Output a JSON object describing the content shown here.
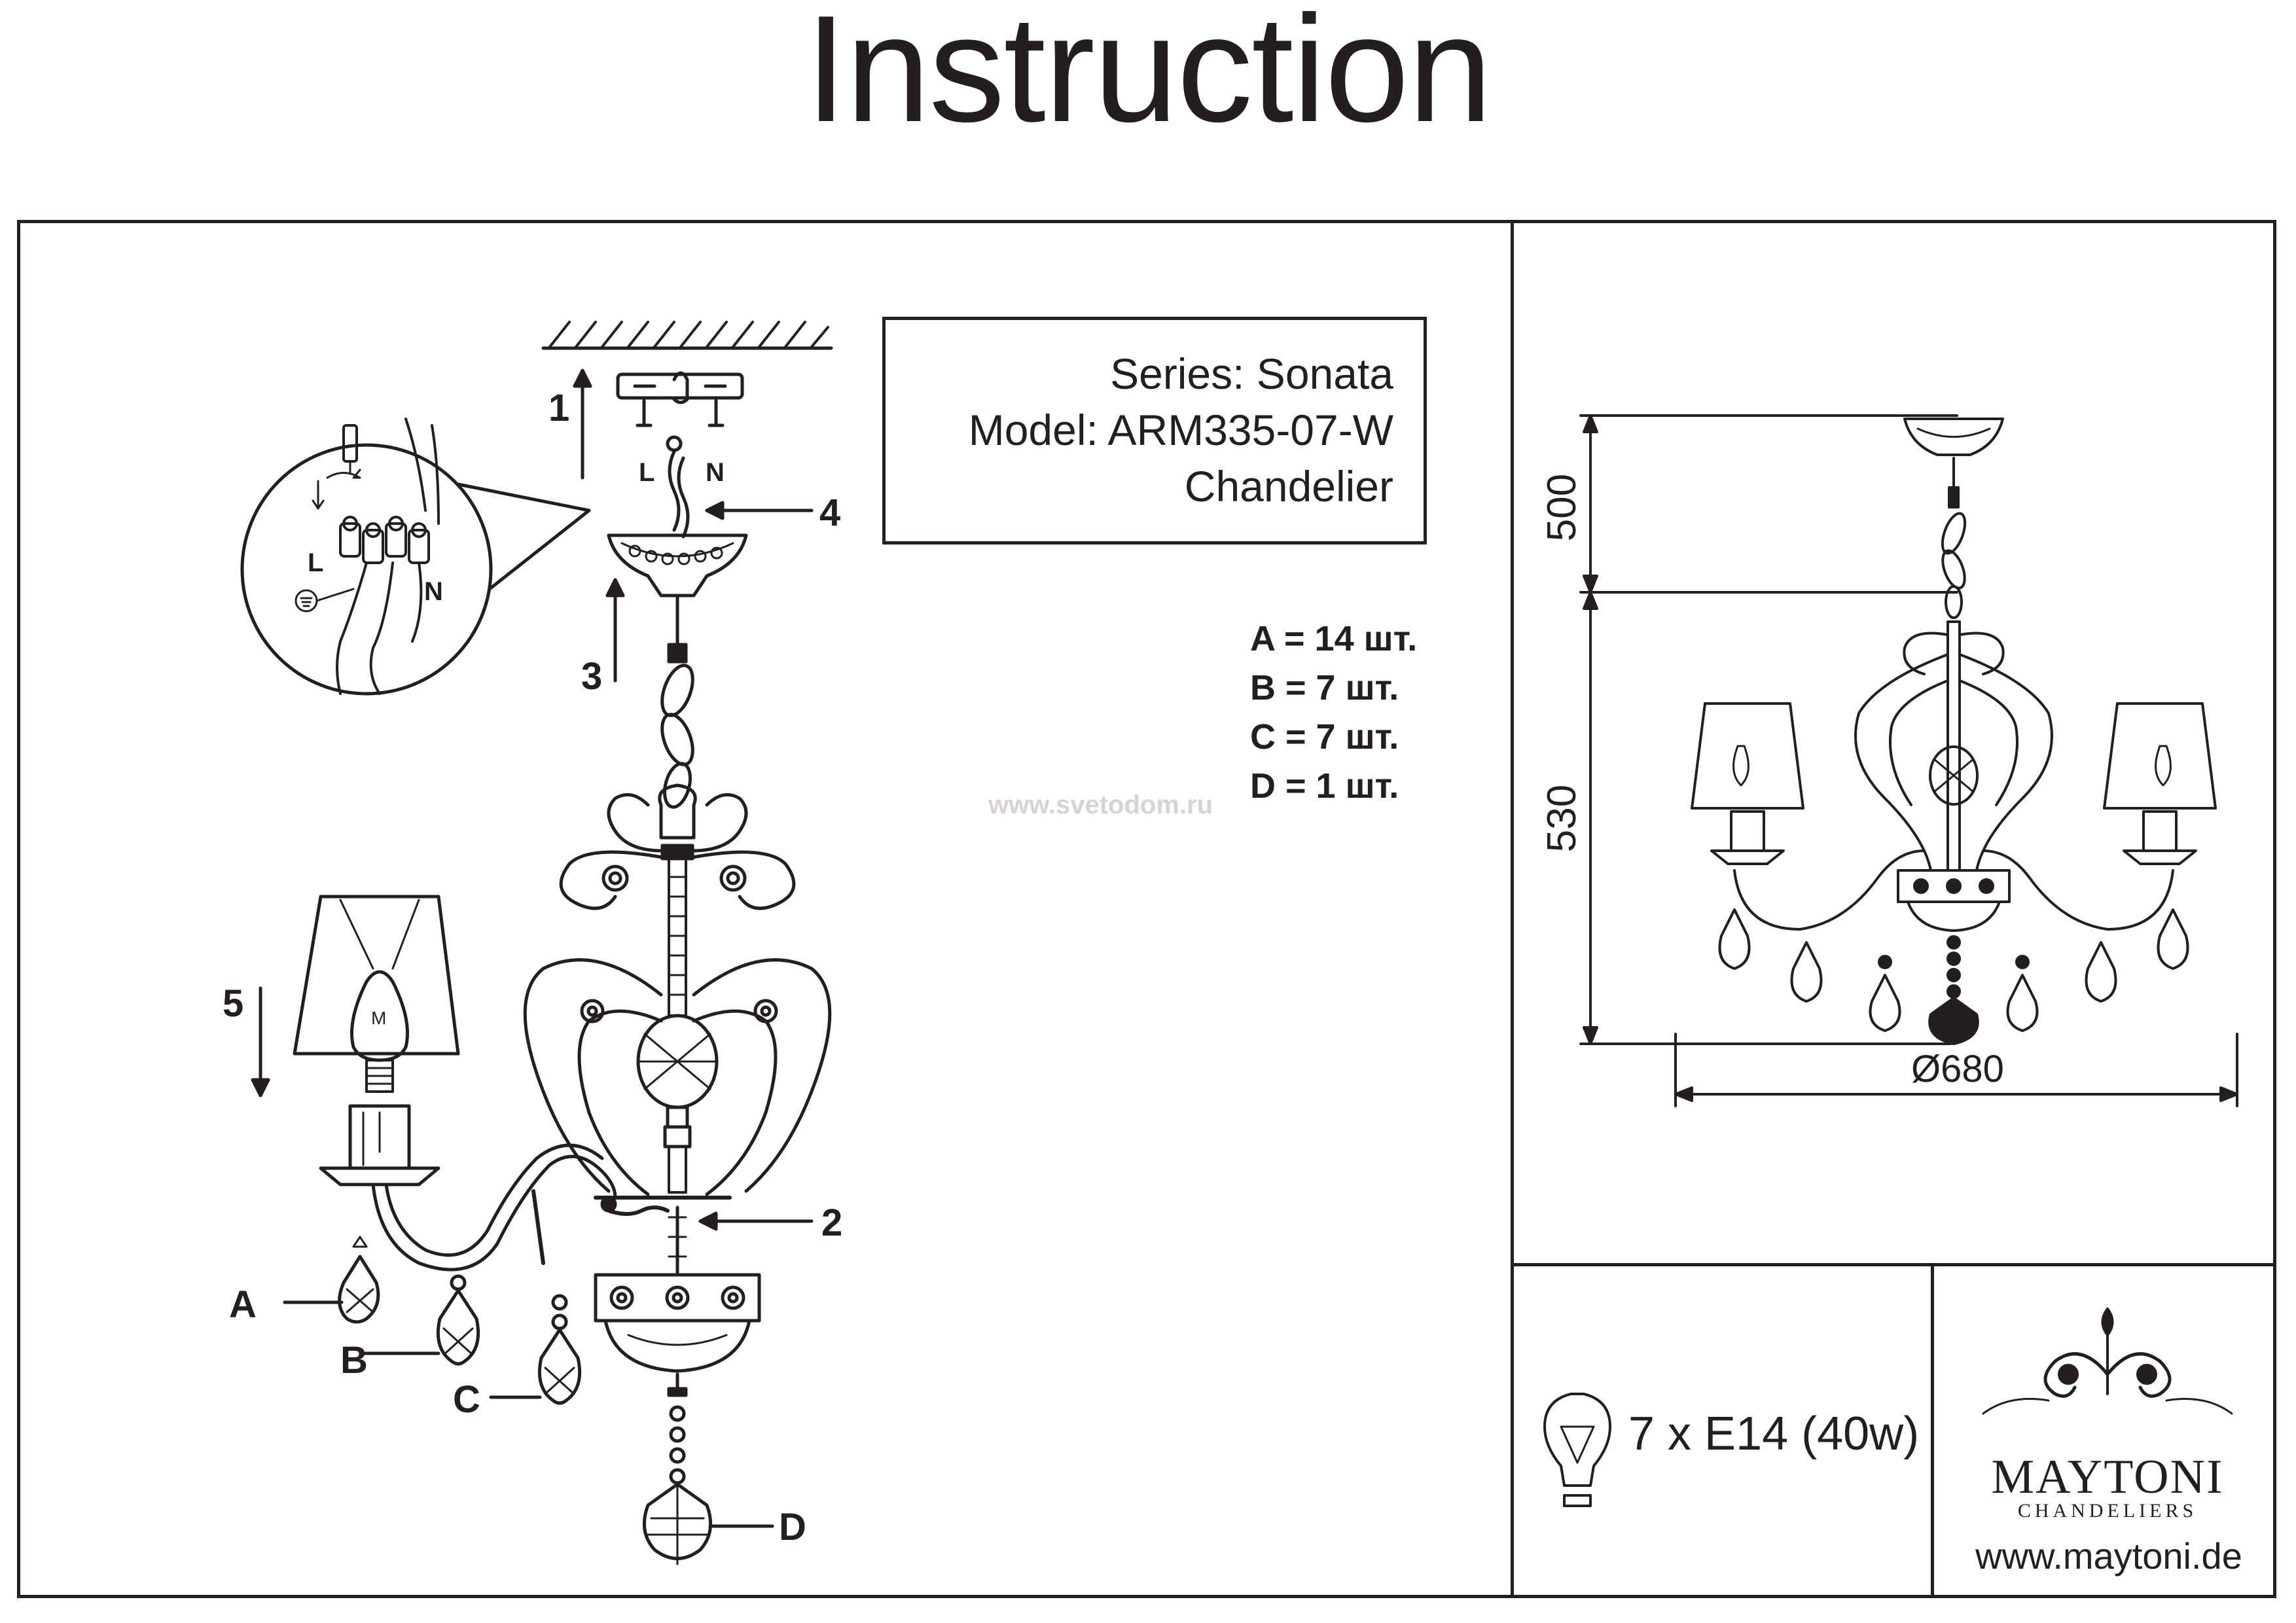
{
  "title": "Instruction",
  "info": {
    "series": "Series: Sonata",
    "model": "Model: ARM335-07-W",
    "type": "Chandelier"
  },
  "parts": [
    "A = 14 шт.",
    "B = 7 шт.",
    "C = 7 шт.",
    "D = 1 шт."
  ],
  "steps": [
    "1",
    "2",
    "3",
    "4",
    "5"
  ],
  "part_labels": [
    "A",
    "B",
    "C",
    "D"
  ],
  "wiring": {
    "live": "L",
    "neutral": "N"
  },
  "lamp_letter": "M",
  "dimensions": {
    "height_top": "500",
    "height_body": "530",
    "diameter": "Ø680"
  },
  "lamp_spec": "7 x E14 (40w)",
  "brand": {
    "name": "MAYTONI",
    "sub": "CHANDELIERS",
    "website": "www.maytoni.de"
  },
  "watermark": "www.svetodom.ru",
  "icons": [
    "lamp-bulb-icon",
    "maytoni-logo-icon",
    "ground-symbol-icon"
  ]
}
